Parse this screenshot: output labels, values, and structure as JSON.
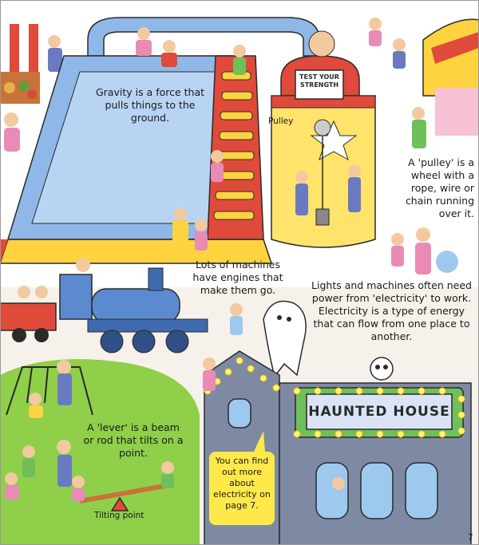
{
  "captions": {
    "gravity": "Gravity is a force that pulls things to the ground.",
    "pulley_label": "Pulley",
    "pulley_def": "A 'pulley' is a wheel with a rope, wire or chain running over it.",
    "machines": "Lots of machines have engines that make them go.",
    "electricity": "Lights and machines often need power from 'electricity' to work. Electricity is a type of energy that can flow from one place to another.",
    "lever": "A 'lever' is a beam or rod that tilts on a point.",
    "tilting_point": "Tilting point",
    "page_note": "You can find out more about electricity on page 7."
  },
  "signs": {
    "strength": "TEST YOUR STRENGTH",
    "haunted": "HAUNTED HOUSE"
  },
  "page_number": "7",
  "colors": {
    "slide_blue": "#8fb8e8",
    "slide_red": "#e04a3a",
    "ladder_yellow": "#ffd23f",
    "grass": "#8fcf4a",
    "tower_yellow": "#ffe36b",
    "haunted_grey": "#7e8aa3",
    "train_blue": "#5b8ad0",
    "note_yellow": "#ffe94a"
  }
}
